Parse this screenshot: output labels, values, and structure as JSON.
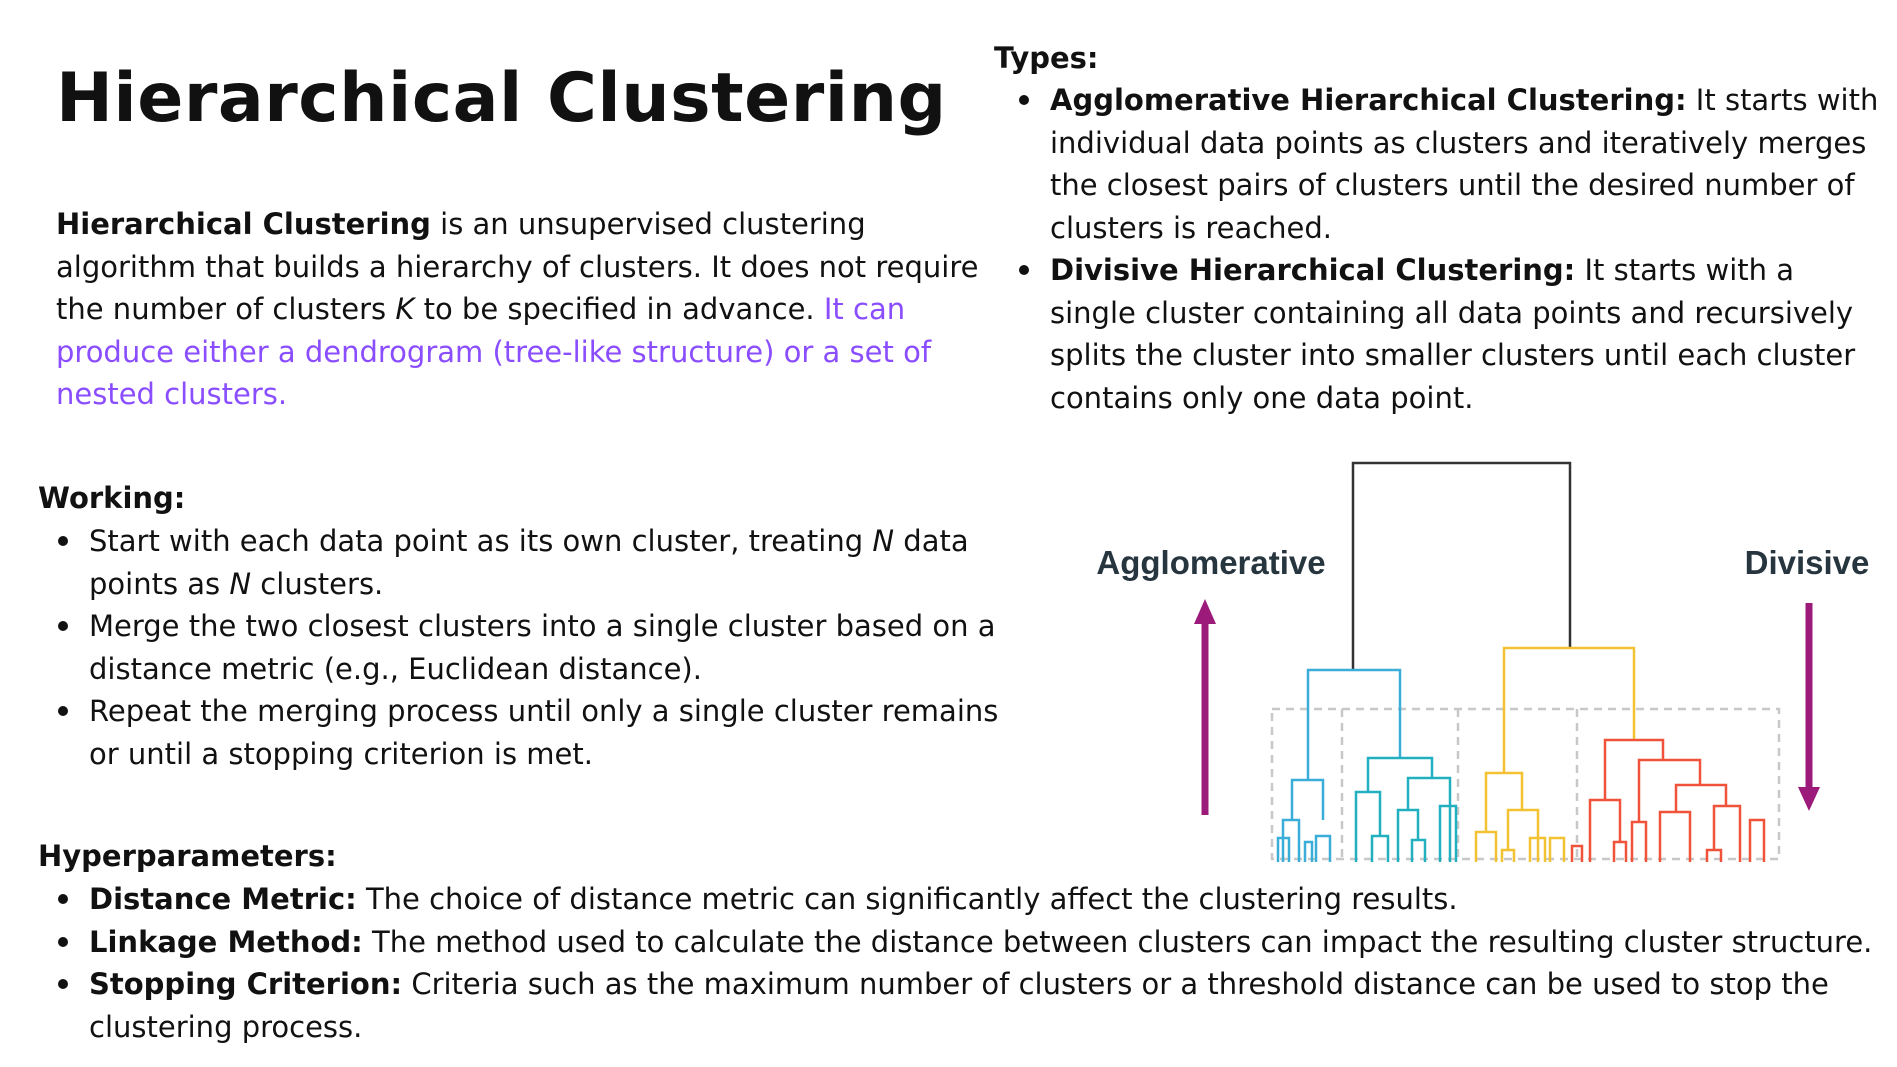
{
  "title": "Hierarchical Clustering",
  "intro": {
    "term": "Hierarchical Clustering",
    "text1": " is an unsupervised clustering algorithm that builds a hierarchy of clusters. It does not require the number of clusters ",
    "var_k": "K",
    "text2": " to be specified in advance. ",
    "highlight": "It can produce either a dendrogram (tree-like structure) or a set of nested clusters.",
    "highlight_color": "#8a4dff"
  },
  "types": {
    "heading": "Types:",
    "items": [
      {
        "label": "Agglomerative Hierarchical Clustering:",
        "text": " It starts with individual data points as clusters and iteratively merges the closest pairs of clusters until the desired number of clusters is reached."
      },
      {
        "label": "Divisive Hierarchical Clustering:",
        "text": " It starts with a single cluster containing all data points and recursively splits the cluster into smaller clusters until each cluster contains only one data point."
      }
    ]
  },
  "working": {
    "heading": "Working:",
    "item1": {
      "a": "Start with each data point as its own cluster, treating ",
      "n1": "N",
      "b": " data points as ",
      "n2": "N",
      "c": " clusters."
    },
    "item2": "Merge the two closest clusters into a single cluster based on a distance metric (e.g., Euclidean distance).",
    "item3": "Repeat the merging process until only a single cluster remains or until a stopping criterion is met."
  },
  "hyperparameters": {
    "heading": "Hyperparameters:",
    "items": [
      {
        "label": "Distance Metric:",
        "text": " The choice of distance metric can significantly affect the clustering results."
      },
      {
        "label": "Linkage Method:",
        "text": " The method used to calculate the distance between clusters can impact the resulting cluster structure."
      },
      {
        "label": "Stopping Criterion:",
        "text": " Criteria such as the maximum number of clusters or a threshold distance can be used to stop the clustering process."
      }
    ]
  },
  "diagram": {
    "agglomerative_label": "Agglomerative",
    "divisive_label": "Divisive",
    "colors": {
      "root": "#333333",
      "blue": "#3aaed8",
      "teal": "#21b0c0",
      "yellow": "#f2c233",
      "red": "#f0523a",
      "arrow": "#9b1a7a",
      "box": "#c8c8c8",
      "label": "#27353f"
    }
  }
}
